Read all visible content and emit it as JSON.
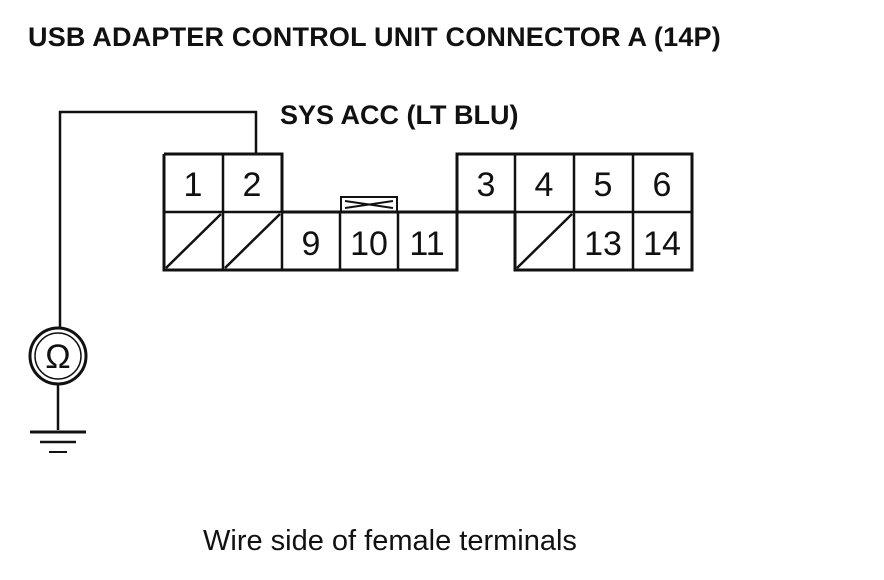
{
  "title": "USB ADAPTER CONTROL UNIT CONNECTOR A (14P)",
  "wire_label": "SYS ACC (LT BLU)",
  "caption": "Wire side of female terminals",
  "meter_symbol": "Ω",
  "connector": {
    "terminals": [
      {
        "id": "1",
        "label": "1"
      },
      {
        "id": "2",
        "label": "2"
      },
      {
        "id": "3",
        "label": "3"
      },
      {
        "id": "4",
        "label": "4"
      },
      {
        "id": "5",
        "label": "5"
      },
      {
        "id": "6",
        "label": "6"
      },
      {
        "id": "7",
        "label": ""
      },
      {
        "id": "8",
        "label": ""
      },
      {
        "id": "9",
        "label": "9"
      },
      {
        "id": "10",
        "label": "10"
      },
      {
        "id": "11",
        "label": "11"
      },
      {
        "id": "12",
        "label": ""
      },
      {
        "id": "13",
        "label": "13"
      },
      {
        "id": "14",
        "label": "14"
      }
    ],
    "probed_terminal": "2"
  }
}
